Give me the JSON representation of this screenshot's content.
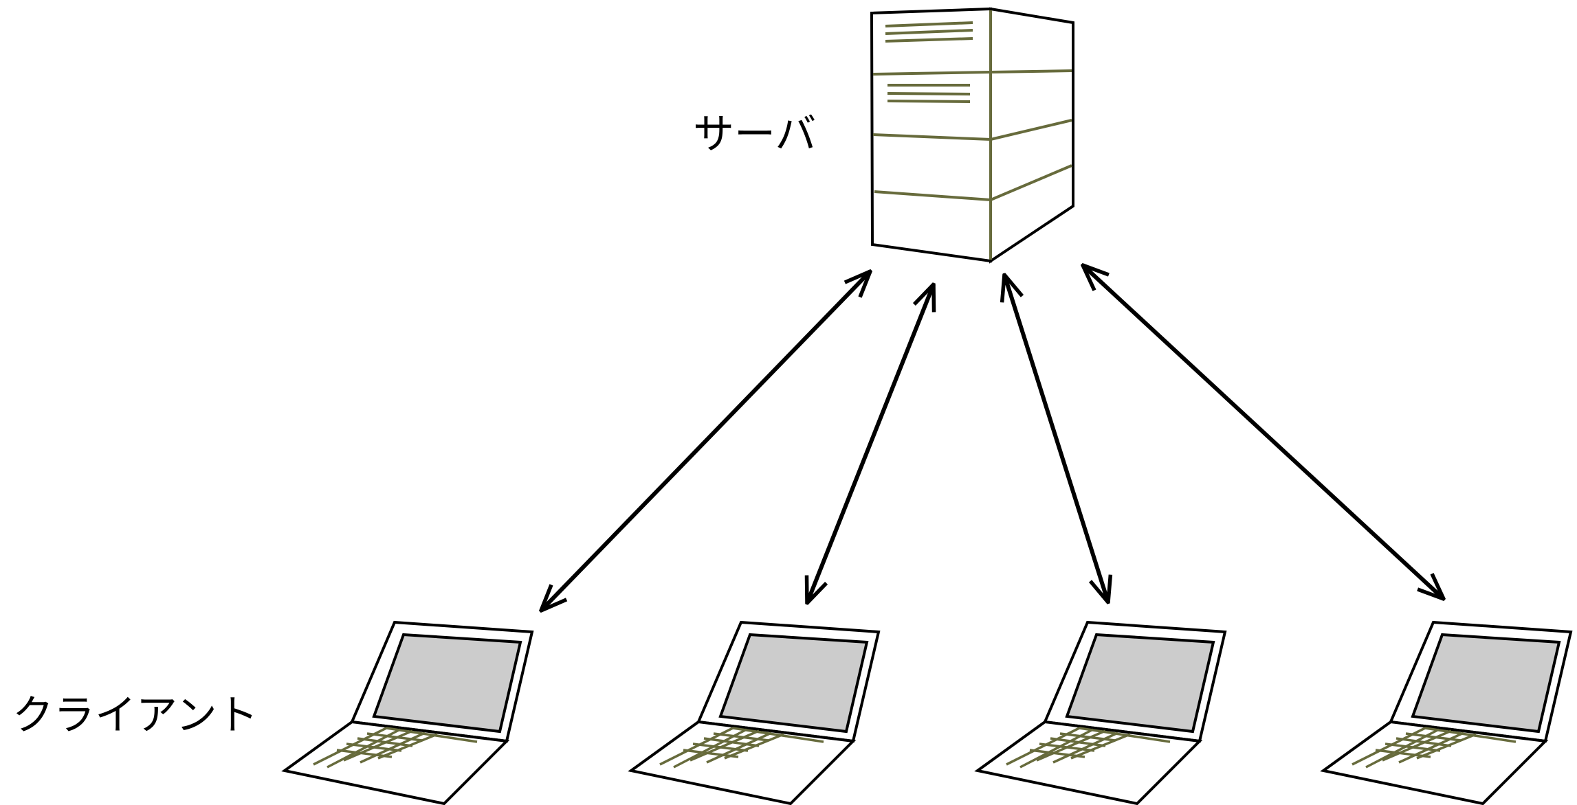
{
  "labels": {
    "server": "サーバ",
    "client": "クライアント"
  },
  "colors": {
    "outline": "#000000",
    "accent": "#676b3c",
    "screen": "#cccccc",
    "background": "#ffffff"
  },
  "nodes": {
    "server": {
      "icon": "server-tower-icon"
    },
    "clients": [
      {
        "icon": "laptop-icon"
      },
      {
        "icon": "laptop-icon"
      },
      {
        "icon": "laptop-icon"
      },
      {
        "icon": "laptop-icon"
      }
    ]
  },
  "connections": [
    {
      "from": "server",
      "to": "client-1",
      "direction": "bidirectional"
    },
    {
      "from": "server",
      "to": "client-2",
      "direction": "bidirectional"
    },
    {
      "from": "server",
      "to": "client-3",
      "direction": "bidirectional"
    },
    {
      "from": "server",
      "to": "client-4",
      "direction": "bidirectional"
    }
  ]
}
